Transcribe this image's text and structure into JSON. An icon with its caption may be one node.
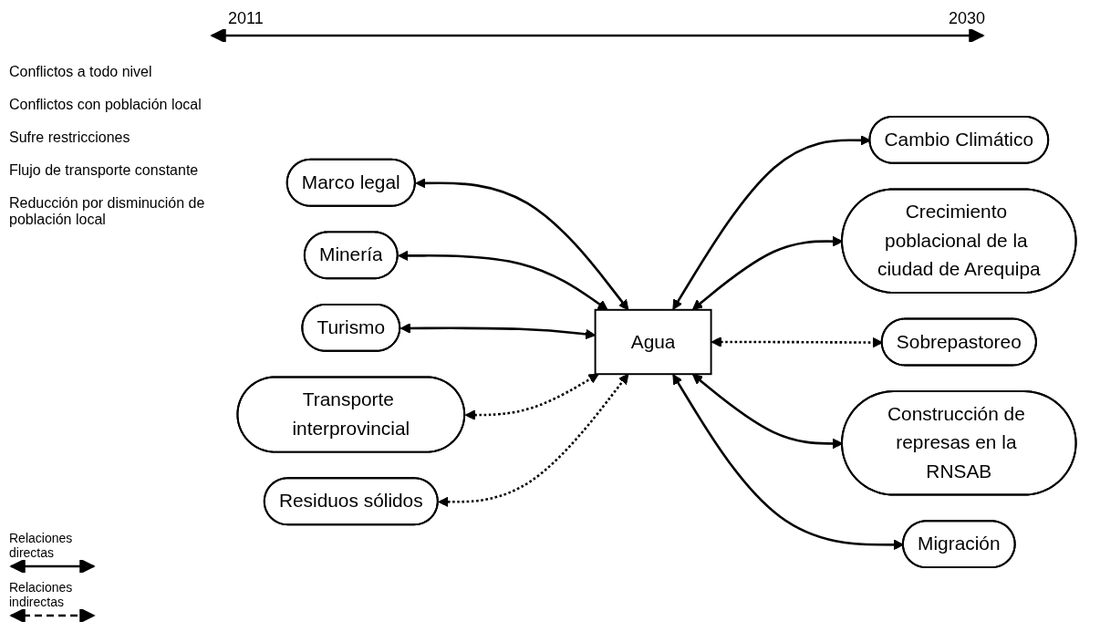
{
  "diagram": {
    "nodes": [
      {
        "text": [
          "Marco legal"
        ]
      },
      {
        "text": [
          "Minería"
        ]
      },
      {
        "text": [
          "Cambio Climático"
        ]
      },
      {
        "text": [
          "Turismo"
        ]
      },
      {
        "text": [
          "Agua"
        ]
      },
      {
        "text": [
          "Crecimiento poblacional de la ciudad de Arequipa"
        ]
      },
      {
        "text": [
          "Transporte interprovincial"
        ]
      },
      {
        "text": [
          "Sobrepastoreo"
        ]
      },
      {
        "text": [
          "Construcción de represas en la RNSAB"
        ]
      },
      {
        "text": [
          "Residuos sólidos"
        ]
      },
      {
        "text": [
          "Migración"
        ]
      }
    ],
    "edges": [
      {
        "from": 0,
        "to": 4,
        "arrow": "both"
      },
      {
        "from": 1,
        "to": 4,
        "arrow": "both"
      },
      {
        "from": 4,
        "to": 2,
        "arrow": "both"
      },
      {
        "from": 3,
        "to": 4,
        "arrow": "both"
      },
      {
        "from": 4,
        "to": 5,
        "arrow": "both"
      },
      {
        "from": 6,
        "to": 4,
        "arrow": "both",
        "style": "dashed"
      },
      {
        "from": 9,
        "to": 4,
        "arrow": "both",
        "style": "dashed"
      },
      {
        "from": 4,
        "to": 7,
        "arrow": "both",
        "style": "dashed"
      },
      {
        "from": 4,
        "to": 8,
        "arrow": "both"
      },
      {
        "from": 4,
        "to": 10,
        "arrow": "both"
      }
    ],
    "labels": [
      "2011",
      "2030",
      "Conflictos a todo nivel",
      "Conflictos con población local",
      "Sufre restricciones",
      "Flujo de transporte constante",
      "Reducción por disminución de población local"
    ],
    "legend": [
      {
        "text": "Relaciones directas"
      },
      {
        "text": "Relaciones indirectas"
      }
    ]
  }
}
